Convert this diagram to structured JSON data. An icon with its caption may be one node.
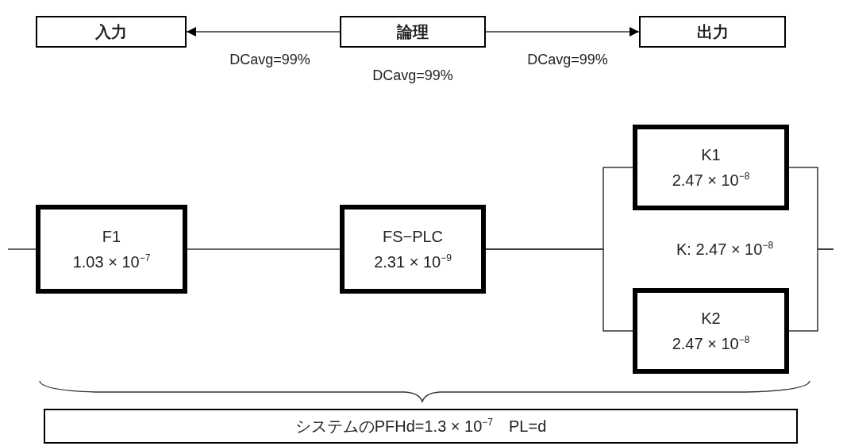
{
  "diagram": {
    "nodes": [
      {
        "text": [
          "入力"
        ]
      },
      {
        "text": [
          "論理"
        ],
        "beside": [
          "DCavg=99%"
        ]
      },
      {
        "text": [
          "出力"
        ]
      },
      {
        "text": [
          "F1",
          "1.03 × 10$^{−7}$"
        ]
      },
      {
        "text": [
          "FS−PLC",
          "2.31 × 10$^{−9}$"
        ]
      },
      {
        "text": [
          "K1",
          "2.47 × 10$^{−8}$"
        ]
      },
      {
        "text": [
          "K2",
          "2.47 × 10$^{−8}$"
        ]
      },
      {
        "text": [
          "システムのPFHd=1.3 × 10$^{−7}$　PL=d"
        ]
      }
    ],
    "edges": [
      {
        "from": 1,
        "to": 0,
        "arrow": "to",
        "label": "DCavg=99%"
      },
      {
        "from": 1,
        "to": 2,
        "arrow": "to",
        "label": "DCavg=99%"
      },
      {
        "from": null,
        "to": 3,
        "arrow": "none"
      },
      {
        "from": 3,
        "to": 4,
        "arrow": "none"
      },
      {
        "from": 4,
        "to": 5,
        "arrow": "none"
      },
      {
        "from": 4,
        "to": 6,
        "arrow": "none"
      },
      {
        "from": 5,
        "to": null,
        "arrow": "none"
      },
      {
        "from": 6,
        "to": null,
        "arrow": "none"
      }
    ],
    "labels": [
      "K: 2.47 × 10$^{−8}$"
    ]
  }
}
